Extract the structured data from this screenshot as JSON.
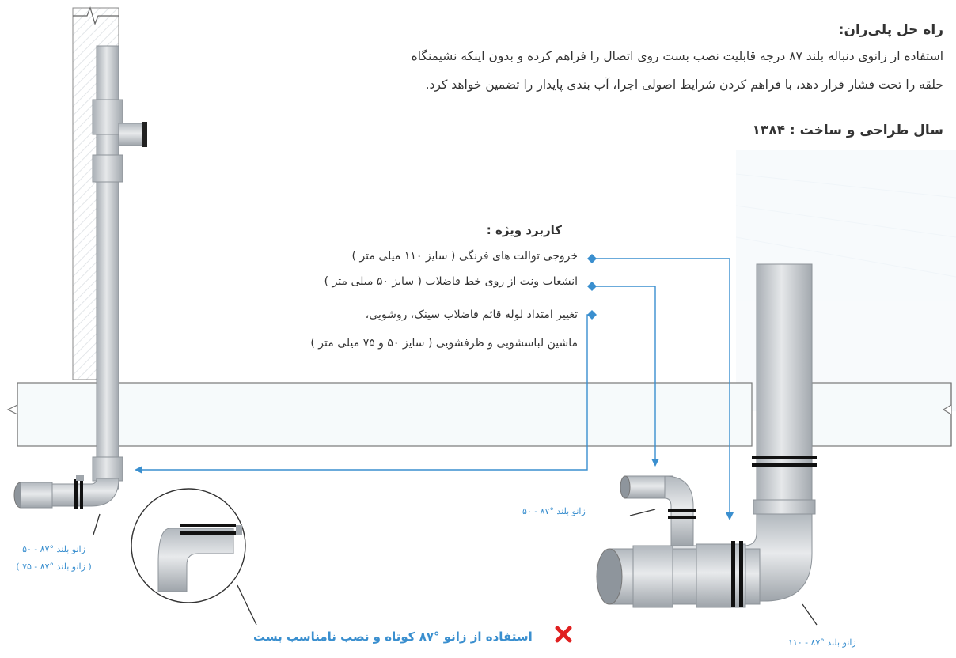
{
  "header": {
    "solution_title": "راه حل پلی‌ران:",
    "desc_line_1": "استفاده از زانوی دنباله بلند ۸۷ درجه قابلیت نصب بست روی اتصال را فراهم کرده و بدون اینکه نشیمنگاه",
    "desc_line_2": "حلقه را تحت فشار قرار دهد، با فراهم کردن شرایط اصولی اجرا، آب بندی پایدار را تضمین خواهد کرد.",
    "design_year": "سال طراحی و ساخت : ۱۳۸۴"
  },
  "usage": {
    "title": "کاربرد ویژه :",
    "items": [
      "خروجی توالت های فرنگی ( سایز ۱۱۰ میلی متر )",
      "انشعاب ونت از روی خط فاضلاب ( سایز ۵۰ میلی متر )",
      "تغییر امتداد لوله قائم فاضلاب سینک، روشویی،",
      "ماشین لباسشویی و ظرفشویی ( سایز ۵۰ و ۷۵ میلی متر )"
    ]
  },
  "labels": {
    "left_1": "زانو بلند °۸۷ - ۵۰",
    "left_2": "( زانو بلند °۸۷ - ۷۵ )",
    "mid": "زانو بلند °۸۷ - ۵۰",
    "right": "زانو بلند °۸۷ - ۱۱۰"
  },
  "warning": {
    "text": "استفاده از زانو °۸۷ کوتاه و نصب نامناسب بست",
    "icon": "x-mark-icon"
  },
  "colors": {
    "accent": "#3a8fcf",
    "pipe": "#c9cdd1",
    "pipe_dark": "#9aa0a6",
    "warning": "#e02020"
  }
}
